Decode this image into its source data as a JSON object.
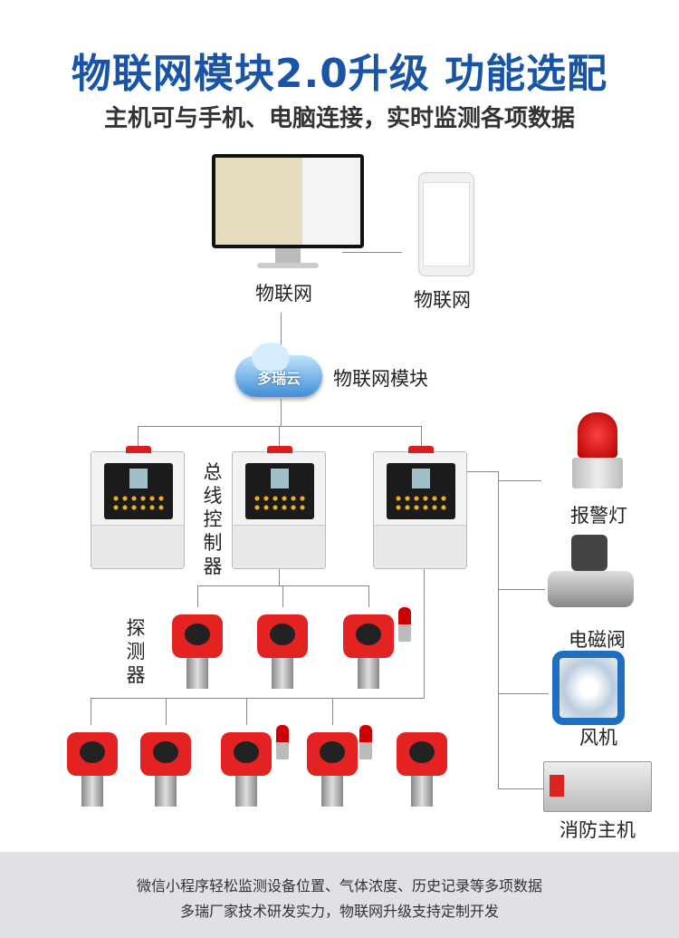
{
  "header": {
    "title": "物联网模块2.0升级 功能选配",
    "subtitle": "主机可与手机、电脑连接，实时监测各项数据"
  },
  "top": {
    "computer_label": "物联网",
    "phone_label": "物联网"
  },
  "cloud": {
    "logo_text": "多瑞云",
    "label": "物联网模块"
  },
  "controllers": {
    "label": "总线控制器"
  },
  "detectors": {
    "label": "探测器"
  },
  "outputs": [
    {
      "label": "报警灯"
    },
    {
      "label": "电磁阀"
    },
    {
      "label": "风机"
    },
    {
      "label": "消防主机"
    }
  ],
  "footer": {
    "line1": "微信小程序轻松监测设备位置、气体浓度、历史记录等多项数据",
    "line2": "多瑞厂家技术研发实力，物联网升级支持定制开发"
  },
  "colors": {
    "title": "#1a55a5",
    "detector_red": "#e42222",
    "footer_bg": "#e1e0e5"
  }
}
